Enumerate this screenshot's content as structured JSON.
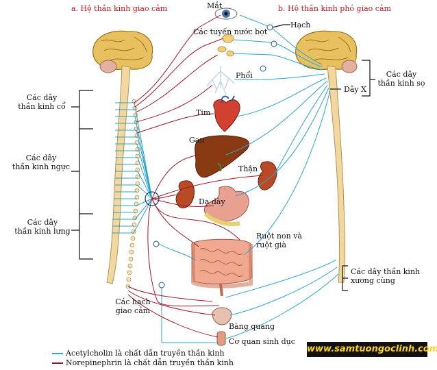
{
  "colors": {
    "parasympathetic": "#2aa4cc",
    "sympathetic": "#a01828",
    "title": "#c0141e",
    "brain": "#e8c060",
    "spinal_cord": "#f0d8a0"
  },
  "titles": {
    "sympathetic": "a. Hệ thần kinh giao cảm",
    "parasympathetic": "b. Hệ thần kinh phó giao cảm"
  },
  "organs": {
    "eye": "Mắt",
    "salivary": "Các tuyến nước bọt",
    "lung": "Phổi",
    "heart": "Tim",
    "liver": "Gan",
    "kidney": "Thận",
    "stomach": "Dạ dày",
    "intestine": "Ruột non và\nruột già",
    "bladder": "Bàng quang",
    "genitals": "Cơ quan sinh dục"
  },
  "left_labels": {
    "cervical": "Các dây\nthần kinh cổ",
    "thoracic": "Các dây\nthần kinh ngực",
    "lumbar": "Các dây\nthần kinh lưng",
    "ganglia": "Các hạch\ngiao cảm"
  },
  "right_labels": {
    "ganglion": "Hạch",
    "cranial": "Các dây\nthần kinh sọ",
    "vagus": "Dây X",
    "sacral": "Các dây thần kinh\nxương cùng"
  },
  "legend": {
    "acetylcholine": "Acetylcholin là chất dẫn truyền thần kinh",
    "norepinephrine": "Norepinephrin là chất dẫn truyền thần kinh"
  },
  "watermark": "www.samtuongoclinh.com"
}
